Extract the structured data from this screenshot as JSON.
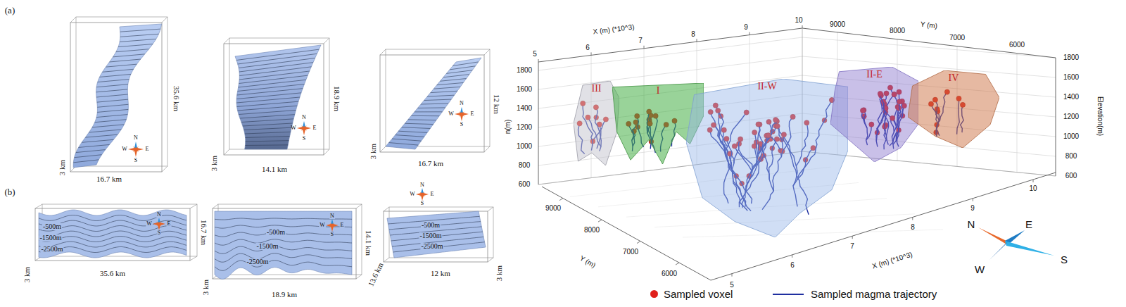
{
  "diagram": {
    "nodes": [
      {
        "text": [
          "III"
        ]
      },
      {
        "text": [
          "I"
        ]
      },
      {
        "text": [
          "II-W"
        ]
      },
      {
        "text": [
          "II-E"
        ]
      },
      {
        "text": [
          "IV"
        ]
      }
    ],
    "labels": [
      "(a)",
      "35.6 km",
      "16.7 km",
      "3 km",
      "N",
      "W",
      "E",
      "S",
      "18.9 km",
      "14.1 km",
      "3 km",
      "N",
      "W",
      "E",
      "S",
      "12 km",
      "16.7 km",
      "3 km",
      "N",
      "W",
      "E",
      "S",
      "(b)",
      "-500m",
      "-1500m",
      "-2500m",
      "16.7 km",
      "35.6 km",
      "3 km",
      "N",
      "W",
      "E",
      "S",
      "-500m",
      "-1500m",
      "-2500m",
      "14.1 km",
      "18.9 km",
      "3 km",
      "N",
      "W",
      "E",
      "S",
      "-500m",
      "-1500m",
      "-2500m",
      "13.6 km",
      "12 km",
      "3 km",
      "N",
      "W",
      "E",
      "S",
      "X (m) (*10^3)",
      "5",
      "6",
      "7",
      "8",
      "9",
      "10",
      "Y (m)",
      "9000",
      "8000",
      "7000",
      "6000",
      "1800",
      "1600",
      "1400",
      "1200",
      "1000",
      "800",
      "600",
      "n(m)",
      "1800",
      "1600",
      "1400",
      "1200",
      "1000",
      "800",
      "600",
      "Elevation(m)",
      "9000",
      "8000",
      "7000",
      "6000",
      "Y (m)",
      "5",
      "6",
      "7",
      "8",
      "9",
      "10",
      "X (m) (*10^3)",
      "N",
      "E",
      "W",
      "S"
    ],
    "legend": [
      {
        "text": "Sampled voxel"
      },
      {
        "text": "Sampled magma trajectory"
      }
    ]
  }
}
